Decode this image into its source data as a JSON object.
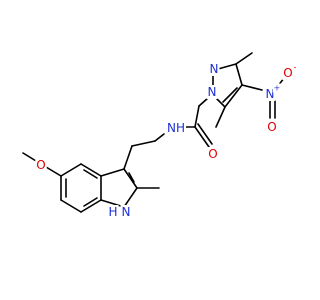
{
  "structure": {
    "atom_labels": {
      "nitrogen_color": "#1f2fd6",
      "oxygen_color": "#e00000",
      "carbon_color": "#000000",
      "amide_nh": "NH",
      "amide_o": "O",
      "pyrazole_n1": "N",
      "pyrazole_n2": "N",
      "nitro_n": "N",
      "nitro_n_charge": "+",
      "nitro_o_minus": "O",
      "nitro_o_minus_charge": "-",
      "nitro_o": "O",
      "methoxy_o": "O",
      "indole_n": "N",
      "indole_h": "H"
    }
  }
}
